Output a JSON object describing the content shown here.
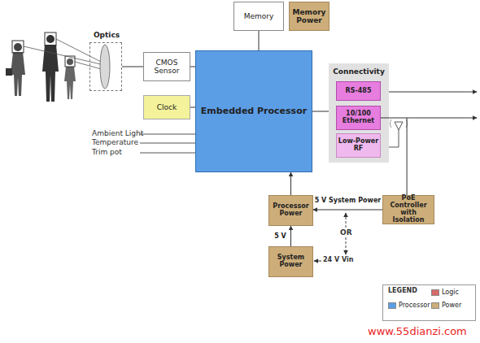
{
  "diagram": {
    "nodes": [
      {
        "text": [
          "Memory"
        ]
      },
      {
        "text": [
          "Memory Power"
        ]
      },
      {
        "text": [
          "Optics"
        ]
      },
      {
        "text": [
          "CMOS Sensor"
        ]
      },
      {
        "text": [
          "Clock"
        ]
      },
      {
        "text": [
          "Embedded Processor"
        ]
      },
      {
        "text": [
          "Connectivity"
        ]
      },
      {
        "text": [
          "RS-485"
        ],
        "in": 6
      },
      {
        "text": [
          "10/100 Ethernet"
        ],
        "in": 6
      },
      {
        "text": [
          "Low-Power RF"
        ],
        "in": 6
      },
      {
        "text": [
          "Processor Power"
        ]
      },
      {
        "text": [
          "PoE Controller with Isolation"
        ]
      },
      {
        "text": [
          "System Power"
        ]
      }
    ],
    "edges": [
      {
        "from": 2,
        "to": 3,
        "arrow": "none"
      },
      {
        "from": 3,
        "to": 5,
        "arrow": "none"
      },
      {
        "from": 4,
        "to": 5,
        "arrow": "none"
      },
      {
        "from": 0,
        "to": 5,
        "arrow": "none"
      },
      {
        "from": 5,
        "to": 6,
        "arrow": "none"
      },
      {
        "from": 10,
        "to": 5,
        "arrow": "to"
      },
      {
        "from": 12,
        "to": 10,
        "label": "5 V",
        "arrow": "to"
      },
      {
        "from": 11,
        "to": 10,
        "label": "5 V System Power",
        "arrow": "to"
      },
      {
        "from": 8,
        "to": 11,
        "arrow": "none"
      }
    ],
    "labels": [
      "Ambient Light",
      "Temperature",
      "Trim pot",
      "OR",
      "24 V Vin",
      "LEGEND",
      "www.55dianzi.com"
    ],
    "legend": [
      {
        "text": "Logic",
        "color": "#d86a6a"
      },
      {
        "text": "Processor",
        "color": "#5b9ee6"
      },
      {
        "text": "Power",
        "color": "#cdae7a"
      }
    ]
  }
}
